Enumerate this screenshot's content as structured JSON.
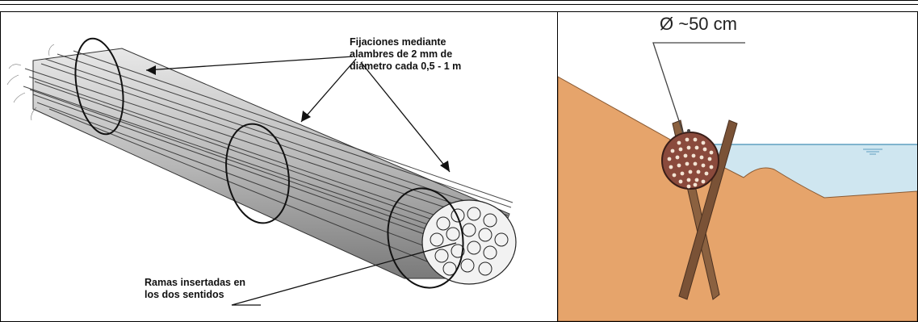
{
  "left_figure": {
    "annotation_wires": "Fijaciones mediante\nalambres de 2 mm de\ndiámetro cada 0,5 - 1 m",
    "annotation_branches": "Ramas insertadas en\nlos dos sentidos"
  },
  "right_figure": {
    "diameter_label": "Ø ~50 cm",
    "colors": {
      "sky": "#ffffff",
      "soil": "#e6a46b",
      "water": "#cfe6f0",
      "water_line": "#5f9fc0",
      "bundle": "#8a4a3c",
      "stake": "#8b6140"
    }
  }
}
